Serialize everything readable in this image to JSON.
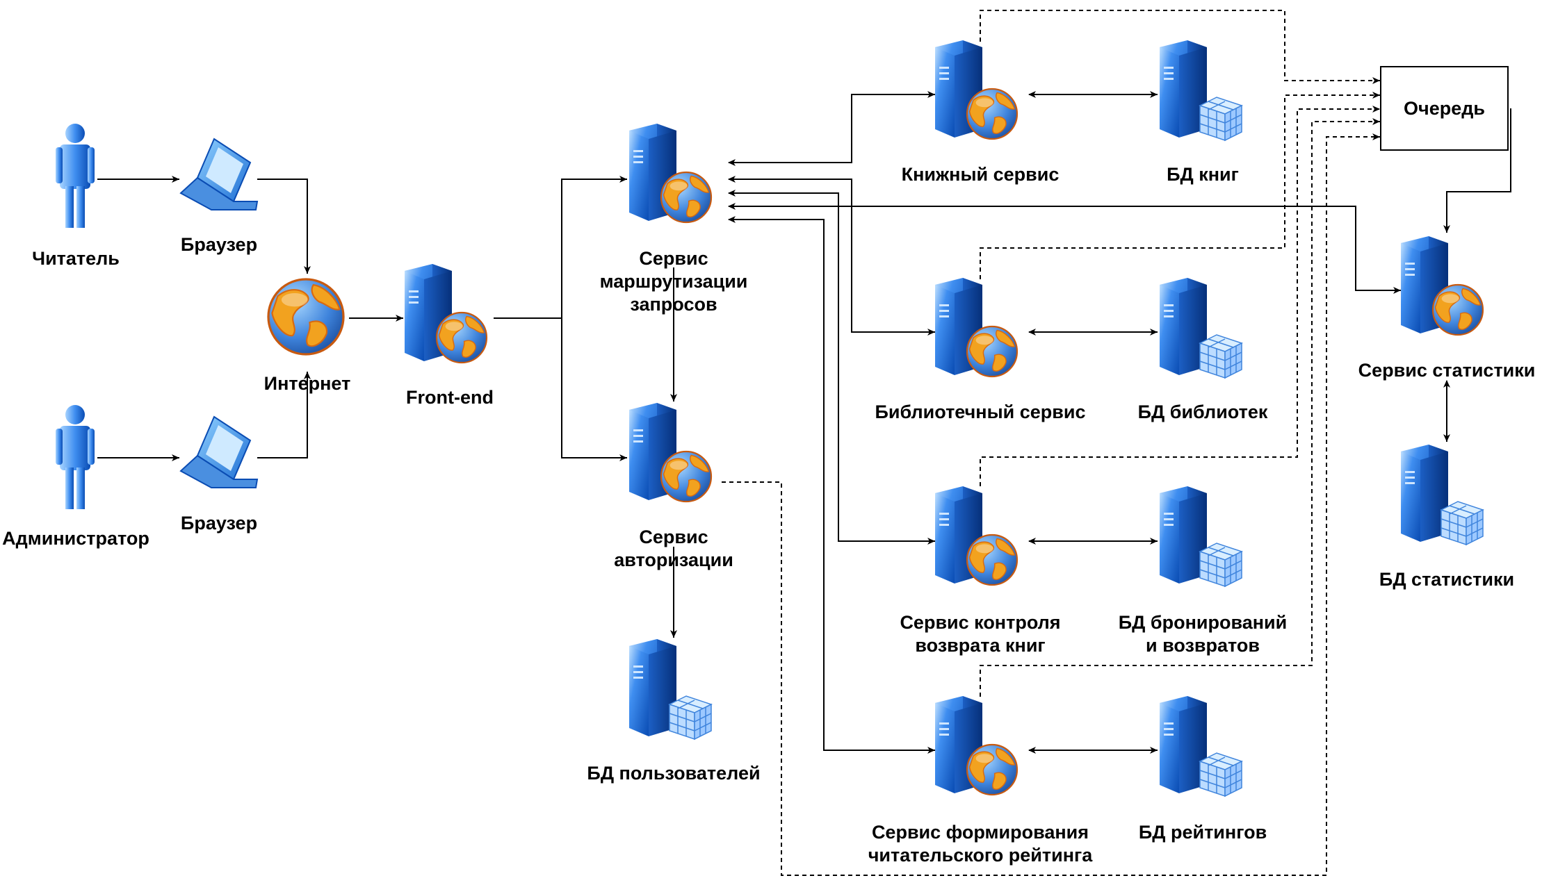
{
  "nodes": {
    "reader": "Читатель",
    "admin": "Администратор",
    "browser_reader": "Браузер",
    "browser_admin": "Браузер",
    "internet": "Интернет",
    "frontend": "Front-end",
    "router": [
      "Сервис",
      "маршрутизации",
      "запросов"
    ],
    "auth": [
      "Сервис",
      "авторизации"
    ],
    "users_db": "БД пользователей",
    "book_service": "Книжный сервис",
    "book_db": "БД книг",
    "library_service": "Библиотечный сервис",
    "library_db": "БД библиотек",
    "return_service": [
      "Сервис контроля",
      "возврата книг"
    ],
    "reservation_db": [
      "БД бронирований",
      "и возвратов"
    ],
    "rating_service": [
      "Сервис формирования",
      "читательского рейтинга"
    ],
    "rating_db": "БД рейтингов",
    "queue": "Очередь",
    "stats_service": "Сервис статистики",
    "stats_db": "БД статистики"
  },
  "colors": {
    "server_body": "#1f6fd4",
    "server_side": "#0b3f8f",
    "globe_ocean": "#4a8fe0",
    "globe_land": "#f2a21f",
    "line": "#000000"
  }
}
